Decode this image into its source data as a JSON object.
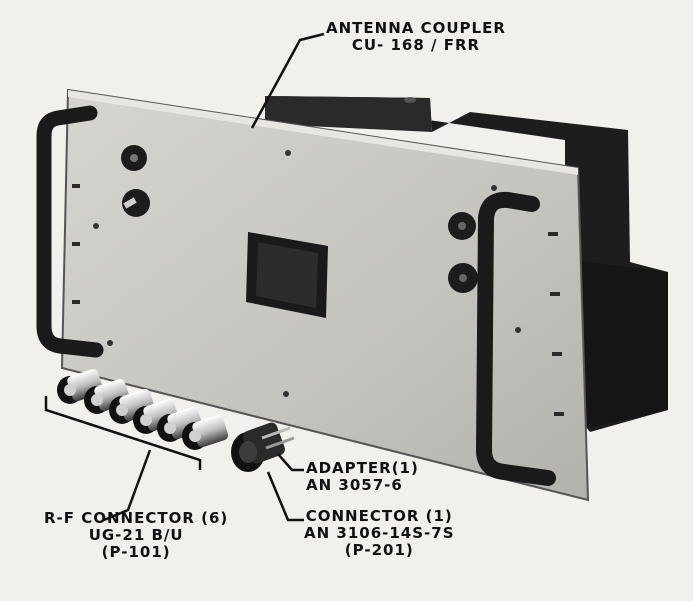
{
  "title": {
    "line1": "ANTENNA COUPLER",
    "line2": "CU- 168 / FRR"
  },
  "callouts": {
    "adapter": {
      "line1": "ADAPTER(1)",
      "line2": "AN 3057-6"
    },
    "connector": {
      "line1": "CONNECTOR (1)",
      "line2": "AN 3106-14S-7S",
      "line3": "(P-201)"
    },
    "rf_connector": {
      "line1": "R-F CONNECTOR (6)",
      "line2": "UG-21 B/U",
      "line3": "(P-101)"
    }
  },
  "colors": {
    "paper": "#f1f0ec",
    "panel": "#c9c8c3",
    "dark": "#1c1c1c",
    "ink": "#111111"
  },
  "icons": {
    "handle": "handle-icon",
    "meter_window": "meter-window-icon",
    "rf_plug": "rf-plug-icon",
    "circular_connector": "circular-connector-icon"
  }
}
